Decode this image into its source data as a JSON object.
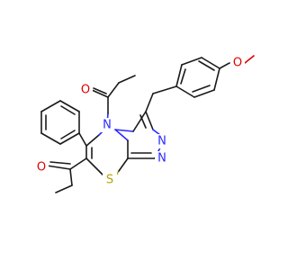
{
  "atoms": {
    "n_ring_top": "N",
    "n_triazole_right_1": "N",
    "n_triazole_right_2": "N",
    "o_top_carbonyl": "O",
    "o_left_carbonyl": "O",
    "o_methoxy": "O",
    "s_ring": "S"
  },
  "colors": {
    "bond": "#1a1a1a",
    "nitrogen": "#2a2aff",
    "oxygen": "#e00000",
    "sulfur": "#b3a100",
    "background": "#ffffff"
  }
}
